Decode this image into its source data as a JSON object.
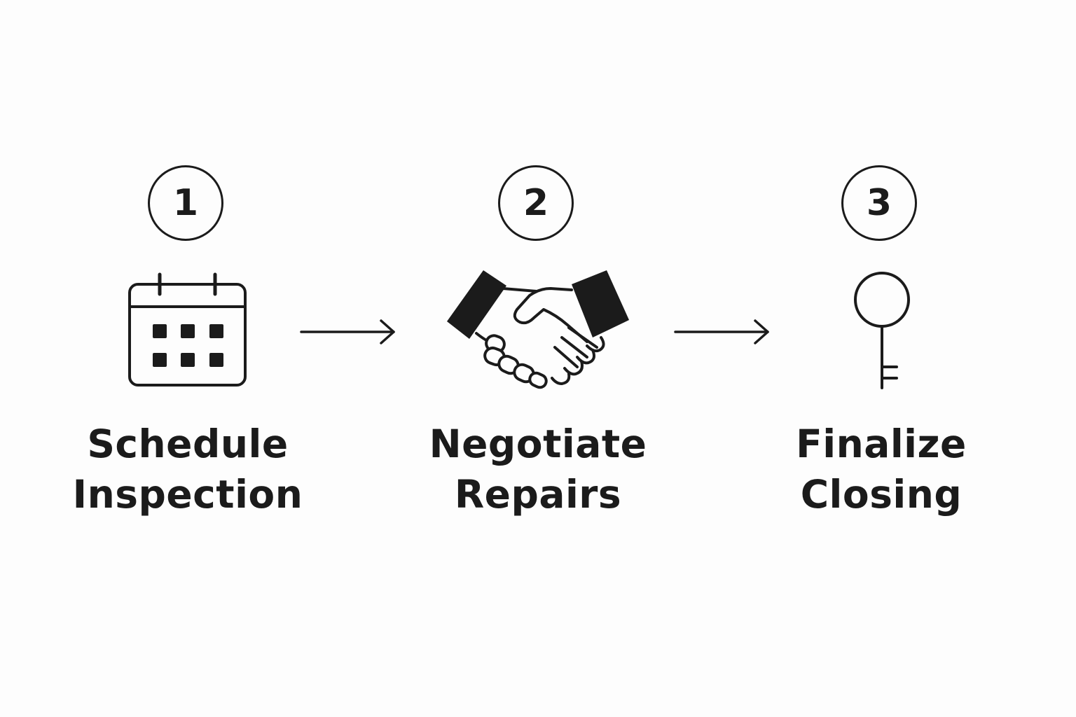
{
  "steps": [
    {
      "number": "1",
      "icon": "calendar-icon",
      "label_line1": "Schedule",
      "label_line2": "Inspection"
    },
    {
      "number": "2",
      "icon": "handshake-icon",
      "label_line1": "Negotiate",
      "label_line2": "Repairs"
    },
    {
      "number": "3",
      "icon": "key-icon",
      "label_line1": "Finalize",
      "label_line2": "Closing"
    }
  ],
  "colors": {
    "background": "#fdfdfd",
    "ink": "#1b1b1b"
  }
}
